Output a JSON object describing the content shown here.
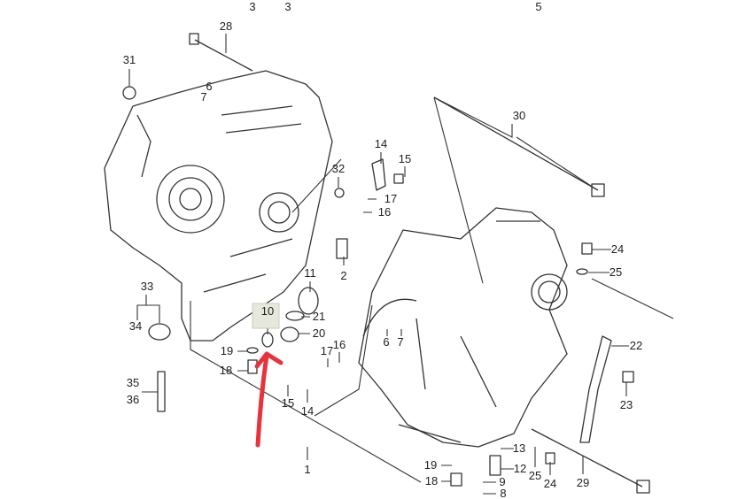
{
  "title": "Crankcase exploded parts diagram",
  "highlighted_part": "10",
  "annotation": {
    "type": "red-arrow",
    "color": "#e8323c",
    "points_to": "10"
  },
  "callouts": [
    "3",
    "3",
    "5",
    "28",
    "31",
    "6",
    "7",
    "30",
    "14",
    "15",
    "32",
    "17",
    "16",
    "24",
    "25",
    "2",
    "11",
    "33",
    "21",
    "10",
    "20",
    "34",
    "6",
    "7",
    "22",
    "16",
    "17",
    "19",
    "18",
    "35",
    "36",
    "23",
    "15",
    "14",
    "1",
    "13",
    "12",
    "25",
    "24",
    "29",
    "19",
    "18",
    "9",
    "8"
  ]
}
